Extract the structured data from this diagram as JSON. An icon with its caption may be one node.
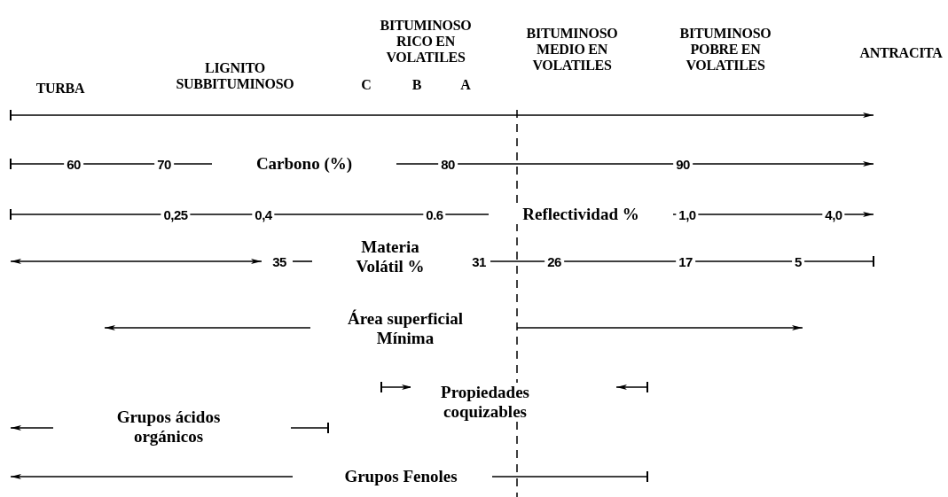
{
  "diagram": {
    "labels": [
      "TURBA",
      "LIGNITO SUBBITUMINOSO",
      "BITUMINOSO RICO EN VOLATILES",
      "C",
      "B",
      "A",
      "BITUMINOSO MEDIO EN VOLATILES",
      "BITUMINOSO POBRE EN VOLATILES",
      "ANTRACITA",
      "60",
      "70",
      "Carbono (%)",
      "80",
      "90",
      "0,25",
      "0,4",
      "0.6",
      "Reflectividad %",
      "1,0",
      "4,0",
      "35",
      "Materia Volátil %",
      "31",
      "26",
      "17",
      "5",
      "Área superficial Mínima",
      "Propiedades coquizables",
      "Grupos ácidos orgánicos",
      "Grupos Fenoles"
    ]
  }
}
